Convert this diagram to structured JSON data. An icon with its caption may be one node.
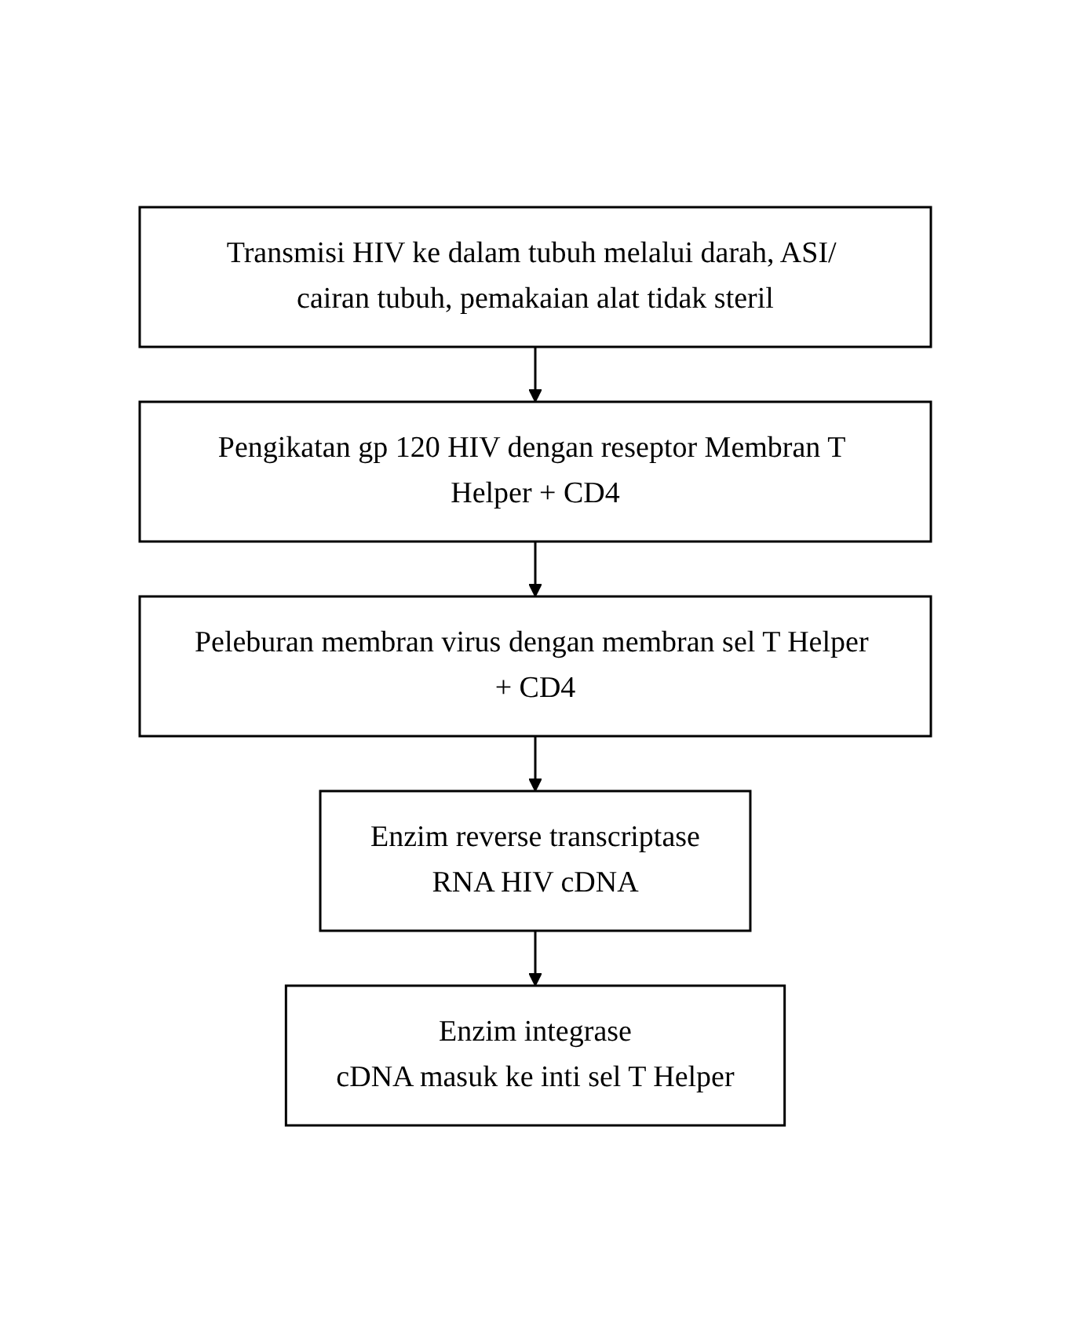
{
  "diagram": {
    "nodes": [
      {
        "text": [
          "Transmisi HIV ke dalam tubuh melalui darah, ASI/ cairan tubuh, pemakaian alat tidak steril"
        ]
      },
      {
        "text": [
          "Pengikatan gp 120 HIV dengan reseptor Membran T Helper + CD4"
        ]
      },
      {
        "text": [
          "Peleburan membran virus dengan membran sel T Helper + CD4"
        ]
      },
      {
        "text": [
          "Enzim reverse transcriptase",
          "RNA HIV cDNA"
        ]
      },
      {
        "text": [
          "Enzim integrase",
          "cDNA masuk ke inti sel T Helper"
        ]
      }
    ],
    "edges": [
      {
        "from": 0,
        "to": 1,
        "arrow": "to"
      },
      {
        "from": 1,
        "to": 2,
        "arrow": "to"
      },
      {
        "from": 2,
        "to": 3,
        "arrow": "to"
      },
      {
        "from": 3,
        "to": 4,
        "arrow": "to"
      }
    ]
  }
}
